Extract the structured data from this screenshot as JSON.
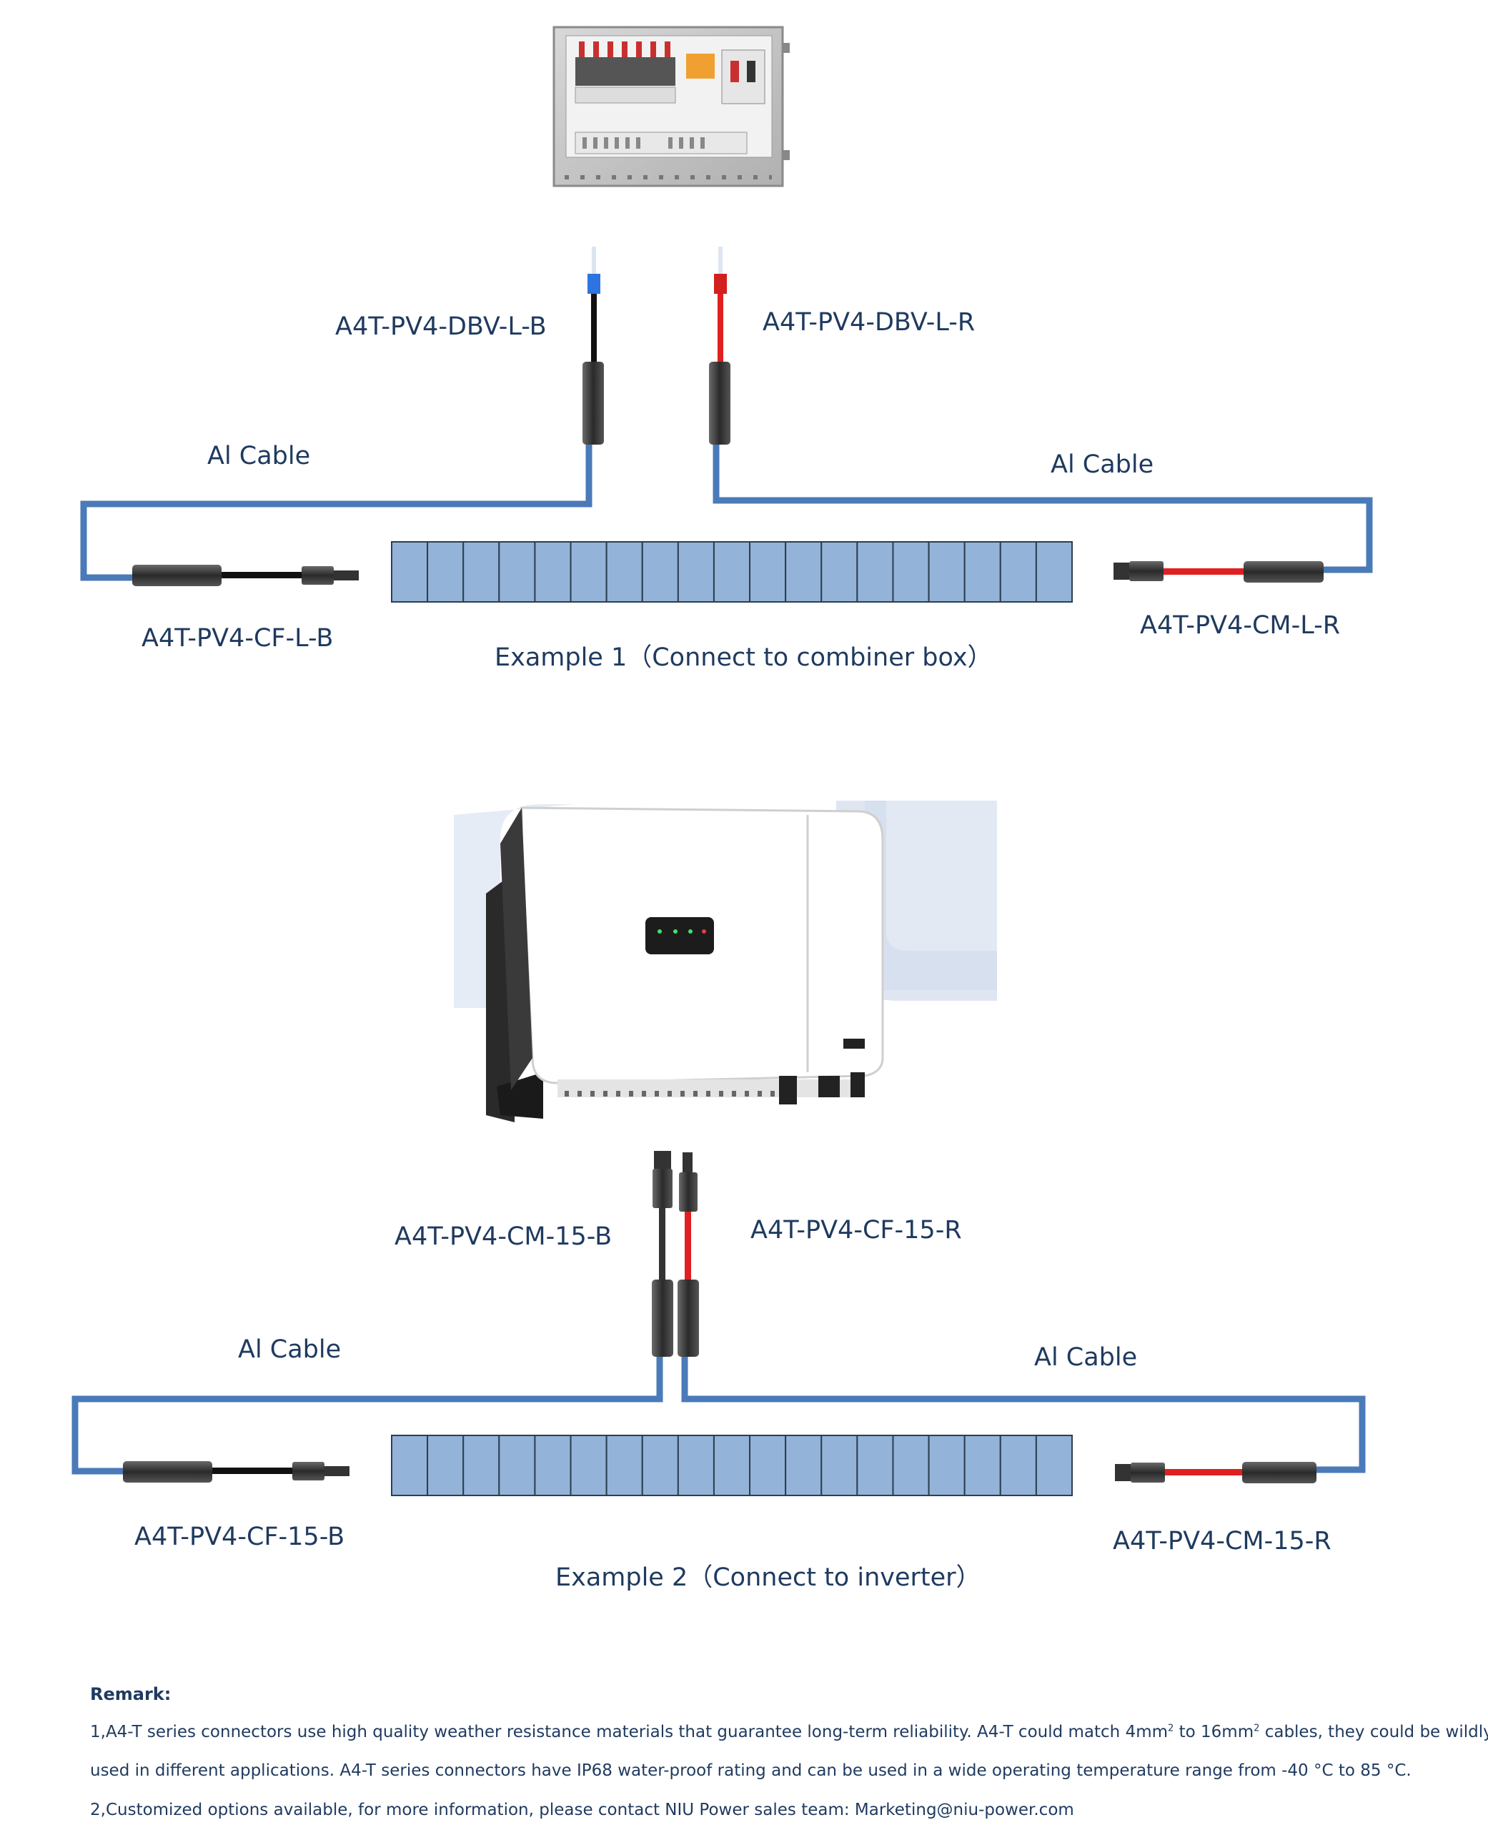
{
  "example1": {
    "caption": "Example 1（Connect to combiner box）",
    "label_dbv_b": "A4T-PV4-DBV-L-B",
    "label_dbv_r": "A4T-PV4-DBV-L-R",
    "label_al_left": "Al Cable",
    "label_al_right": "Al Cable",
    "label_cf": "A4T-PV4-CF-L-B",
    "label_cm": "A4T-PV4-CM-L-R"
  },
  "example2": {
    "caption": "Example 2（Connect to inverter）",
    "label_cm_b": "A4T-PV4-CM-15-B",
    "label_cf_r": "A4T-PV4-CF-15-R",
    "label_al_left": "Al Cable",
    "label_al_right": "Al Cable",
    "label_cf_b": "A4T-PV4-CF-15-B",
    "label_cm_r": "A4T-PV4-CM-15-R"
  },
  "remark": {
    "title": "Remark:",
    "line1_a": "1,A4-T series connectors use high quality weather resistance materials that guarantee long-term reliability. A4-T could match 4mm",
    "line1_b": " to 16mm",
    "line1_c": " cables, they could be wildly",
    "sup": "2",
    "line2": "used in different applications. A4-T series connectors have IP68 water-proof rating and can be used in a wide operating temperature range from -40 °C to 85 °C.",
    "line3": "2,Customized options available, for more information, please contact NIU Power sales team: Marketing@niu-power.com"
  },
  "colors": {
    "al_cable": "#4a7ab8",
    "panel_fill": "#94b3d8",
    "panel_line": "#2c3e50",
    "red_wire": "#e02020",
    "black_wire": "#111111",
    "blue_tip": "#2e74e0",
    "text": "#1f3a5f"
  }
}
